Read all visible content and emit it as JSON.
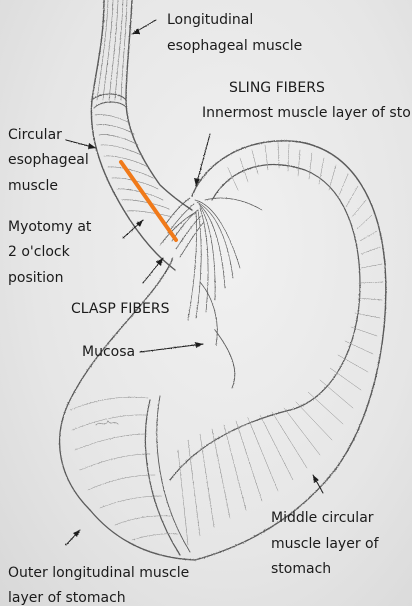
{
  "labels": {
    "longitudinal_esophageal": [
      "Longitudinal",
      "esophageal muscle"
    ],
    "sling_fibers": [
      "SLING FIBERS",
      "Innermost muscle layer of stomach"
    ],
    "circular_esophageal": [
      "Circular",
      "esophageal",
      "muscle"
    ],
    "myotomy": [
      "Myotomy at",
      "2 o'clock",
      "position"
    ],
    "clasp_fibers": "CLASP FIBERS",
    "mucosa": "Mucosa",
    "middle_circular": [
      "Middle circular",
      "muscle layer of",
      "stomach"
    ],
    "outer_longitudinal": [
      "Outer longitudinal muscle",
      "layer of stomach"
    ]
  },
  "colors": {
    "background": "#e9e9e9",
    "pencil": "#5a5a5a",
    "text": "#1b1b1b",
    "myotomy_line": "#f07a1a"
  }
}
